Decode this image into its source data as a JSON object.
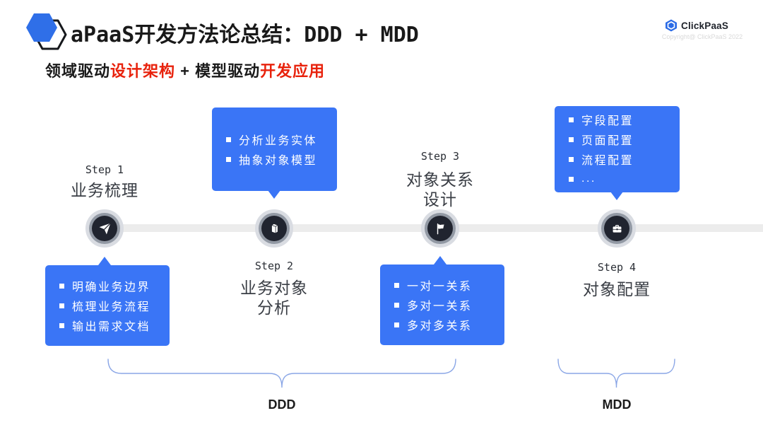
{
  "slide": {
    "title": "aPaaS开发方法论总结：DDD + MDD",
    "subtitle": {
      "black1": "领域驱动",
      "red1": "设计架构",
      "black2": " + 模型驱动",
      "red2": "开发应用"
    },
    "brand": {
      "name": "ClickPaaS",
      "copyright": "Copyright@ ClickPaaS 2022"
    }
  },
  "steps": [
    {
      "label": "Step 1",
      "title_line1": "业务梳理",
      "title_line2": "",
      "icon": "paper-plane-icon",
      "box_position": "below",
      "items": [
        "明确业务边界",
        "梳理业务流程",
        "输出需求文档"
      ]
    },
    {
      "label": "Step 2",
      "title_line1": "业务对象",
      "title_line2": "分析",
      "icon": "book-icon",
      "box_position": "above",
      "items": [
        "分析业务实体",
        "抽象对象模型"
      ]
    },
    {
      "label": "Step 3",
      "title_line1": "对象关系",
      "title_line2": "设计",
      "icon": "flag-icon",
      "box_position": "below",
      "items": [
        "一对一关系",
        "多对一关系",
        "多对多关系"
      ]
    },
    {
      "label": "Step 4",
      "title_line1": "对象配置",
      "title_line2": "",
      "icon": "briefcase-icon",
      "box_position": "above",
      "items": [
        "字段配置",
        "页面配置",
        "流程配置",
        "..."
      ]
    }
  ],
  "groups": [
    {
      "label": "DDD"
    },
    {
      "label": "MDD"
    }
  ],
  "colors": {
    "accent_blue": "#3a75f6",
    "highlight_red": "#e8220c",
    "node_dark": "#20242f",
    "line_gray": "#ececec",
    "brace_blue": "#8aa6e6"
  }
}
